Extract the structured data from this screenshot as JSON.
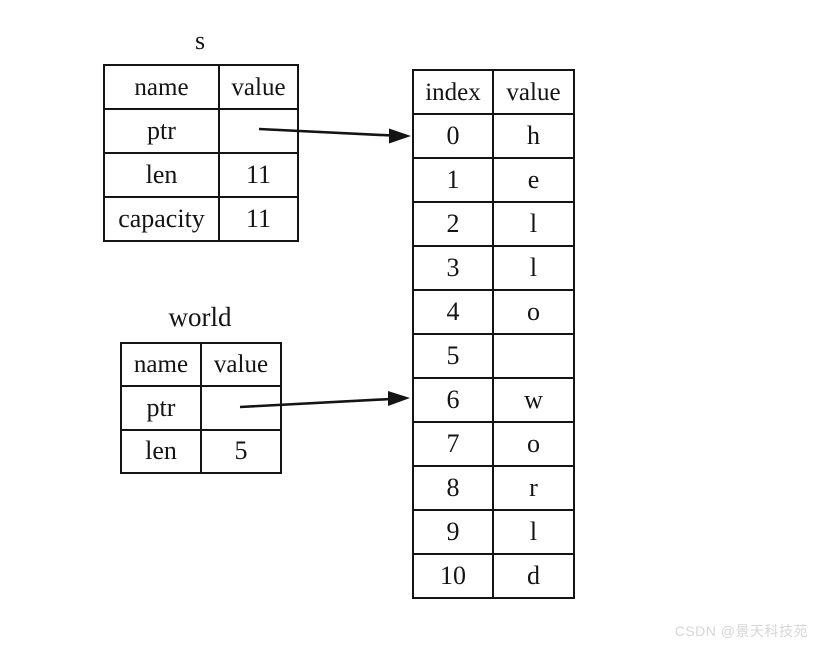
{
  "page": {
    "background": "#ffffff",
    "text_color": "#141414",
    "border_color": "#141414"
  },
  "tables": {
    "s": {
      "title": "s",
      "headers": [
        "name",
        "value"
      ],
      "rows": [
        {
          "name": "ptr",
          "value": ""
        },
        {
          "name": "len",
          "value": "11"
        },
        {
          "name": "capacity",
          "value": "11"
        }
      ]
    },
    "world": {
      "title": "world",
      "headers": [
        "name",
        "value"
      ],
      "rows": [
        {
          "name": "ptr",
          "value": ""
        },
        {
          "name": "len",
          "value": "5"
        }
      ]
    },
    "heap": {
      "headers": [
        "index",
        "value"
      ],
      "rows": [
        {
          "index": "0",
          "value": "h"
        },
        {
          "index": "1",
          "value": "e"
        },
        {
          "index": "2",
          "value": "l"
        },
        {
          "index": "3",
          "value": "l"
        },
        {
          "index": "4",
          "value": "o"
        },
        {
          "index": "5",
          "value": ""
        },
        {
          "index": "6",
          "value": "w"
        },
        {
          "index": "7",
          "value": "o"
        },
        {
          "index": "8",
          "value": "r"
        },
        {
          "index": "9",
          "value": "l"
        },
        {
          "index": "10",
          "value": "d"
        }
      ]
    }
  },
  "arrows": [
    {
      "from": "s.ptr",
      "to": "heap.index-0"
    },
    {
      "from": "world.ptr",
      "to": "heap.index-6"
    }
  ],
  "watermark": {
    "text": "CSDN @景天科技苑",
    "color": "#d6d6d6"
  }
}
